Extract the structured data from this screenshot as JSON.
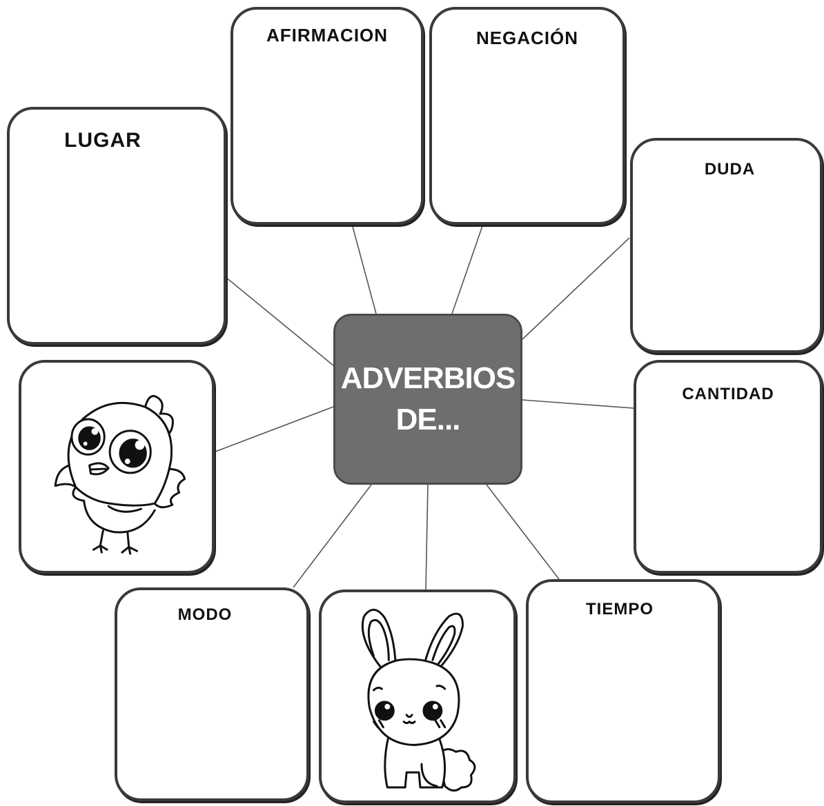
{
  "diagram": {
    "center": {
      "line1": "ADVERBIOS",
      "line2": "DE..."
    },
    "categories": {
      "afirmacion": "AFIRMACION",
      "negacion": "NEGACIÓN",
      "lugar": "LUGAR",
      "duda": "DUDA",
      "cantidad": "CANTIDAD",
      "modo": "MODO",
      "tiempo": "TIEMPO"
    },
    "illustrations": [
      "chick-drawing",
      "bunny-drawing"
    ],
    "colors": {
      "center_fill": "#6e6e6e",
      "border": "#3a3a3a",
      "connector": "#555555"
    }
  }
}
